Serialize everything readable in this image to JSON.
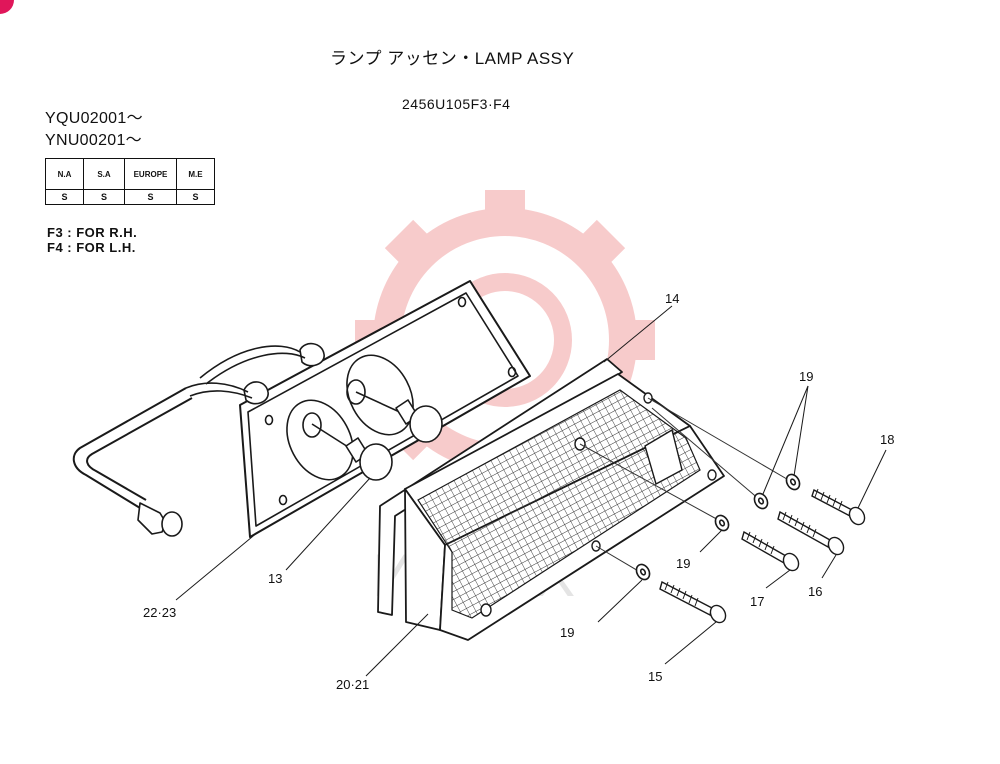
{
  "header": {
    "title": "ランプ アッセン・LAMP ASSY",
    "part_number": "2456U105F3·F4",
    "serial_ranges": [
      "YQU02001～",
      "YNU00201～"
    ]
  },
  "regions": {
    "headers": [
      "N.A",
      "S.A",
      "EUROPE",
      "M.E"
    ],
    "values": [
      "S",
      "S",
      "S",
      "S"
    ]
  },
  "variants": [
    "F3 : FOR R.H.",
    "F4 : FOR L.H."
  ],
  "watermark": {
    "text": "ИHTEX",
    "color": "#f4b4b4"
  },
  "callouts": {
    "c13": "13",
    "c14": "14",
    "c15": "15",
    "c16": "16",
    "c17": "17",
    "c18": "18",
    "c19a": "19",
    "c19b": "19",
    "c19c": "19",
    "c2021": "20·21",
    "c2223": "22·23"
  }
}
